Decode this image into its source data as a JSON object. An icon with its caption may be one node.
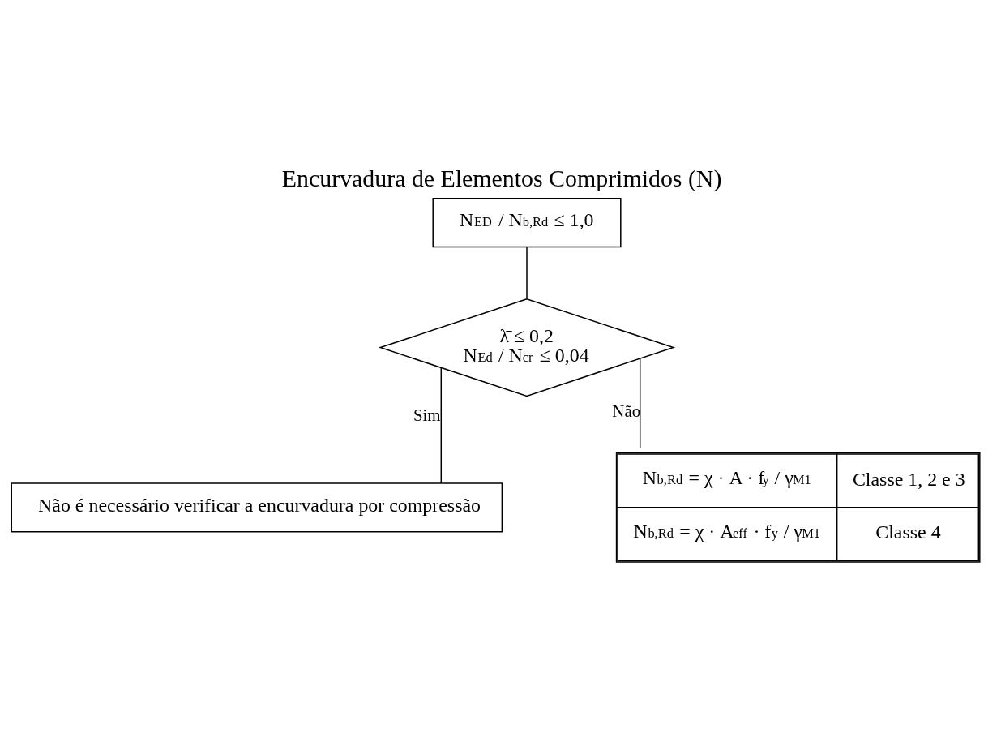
{
  "diagram": {
    "title": "Encurvadura de Elementos Comprimidos (N)",
    "nodes": [
      {
        "text": [
          "N$_{ED}$ / N$_{b,Rd}$ ≤ 1,0"
        ]
      },
      {
        "text": [
          "λ̄ ≤ 0,2",
          "N$_{Ed}$ / N$_{cr}$ ≤ 0,04"
        ]
      },
      {
        "text": [
          "Não é necessário verificar a encurvadura por compressão"
        ]
      },
      {
        "text": [
          "N$_{b,Rd}$ = χ · A · f$_{y}$ / γ$_{M1}$",
          "Classe 1, 2 e 3",
          "N$_{b,Rd}$ = χ · A$_{eff}$ · f$_{y}$ / γ$_{M1}$",
          "Classe 4"
        ]
      }
    ],
    "edges": [
      {
        "from": 0,
        "to": 1,
        "arrow": "none"
      },
      {
        "from": 1,
        "to": 2,
        "arrow": "none",
        "label": "Sim"
      },
      {
        "from": 1,
        "to": 3,
        "arrow": "none",
        "label": "Não"
      }
    ]
  }
}
